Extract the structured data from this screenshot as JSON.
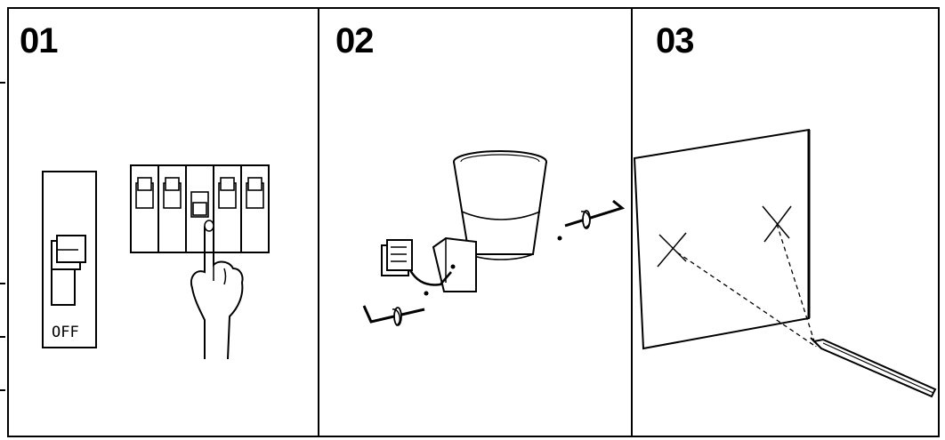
{
  "steps": [
    {
      "number": "01",
      "switch_label": "OFF"
    },
    {
      "number": "02"
    },
    {
      "number": "03"
    }
  ],
  "colors": {
    "ink": "#000000",
    "paper": "#ffffff"
  },
  "icons": [
    "circuit-breaker-off-icon",
    "breaker-panel-icon",
    "pointing-hand-icon",
    "wall-lamp-icon",
    "screw-icon",
    "hex-key-icon",
    "mounting-plate-icon",
    "drill-bit-icon"
  ]
}
